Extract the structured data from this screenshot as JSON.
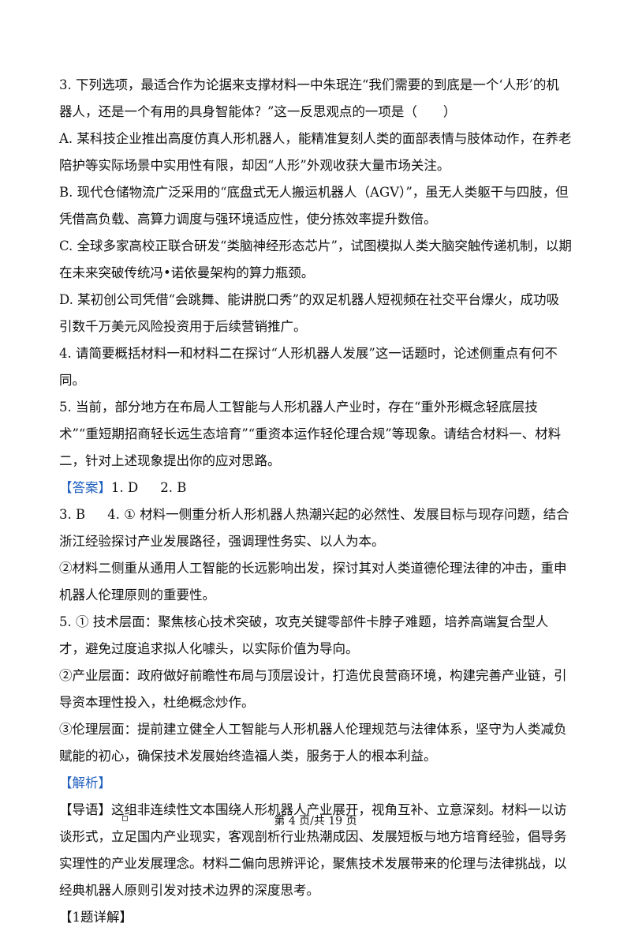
{
  "questions": [
    "3. 下列选项，最适合作为论据来支撑材料一中朱珉迕“我们需要的到底是一个‘人形’的机器人，还是一个有用的具身智能体？”这一反思观点的一项是（　　）",
    "A. 某科技企业推出高度仿真人形机器人，能精准复刻人类的面部表情与肢体动作，在养老陪护等实际场景中实用性有限，却因“人形”外观收获大量市场关注。",
    "B. 现代仓储物流广泛采用的“底盘式无人搬运机器人（AGV）”，虽无人类躯干与四肢，但凭借高负载、高算力调度与强环境适应性，使分拣效率提升数倍。",
    "C. 全球多家高校正联合研发“类脑神经形态芯片”，试图模拟人类大脑突触传递机制，以期在未来突破传统冯•诺依曼架构的算力瓶颈。",
    "D. 某初创公司凭借“会跳舞、能讲脱口秀”的双足机器人短视频在社交平台爆火，成功吸引数千万美元风险投资用于后续营销推广。",
    "4. 请简要概括材料一和材料二在探讨“人形机器人发展”这一话题时，论述侧重点有何不同。",
    "5. 当前，部分地方在布局人工智能与人形机器人产业时，存在“重外形概念轻底层技术”“重短期招商轻长远生态培育”“重资本运作轻伦理合规”等现象。请结合材料一、材料二，针对上述现象提出你的应对思路。"
  ],
  "answer": {
    "label": "【答案】",
    "a1": "1. D",
    "a2": "2. B",
    "a3": "3. B",
    "a4_1": "4. ① 材料一侧重分析人形机器人热潮兴起的必然性、发展目标与现存问题，结合浙江经验探讨产业发展路径，强调理性务实、以人为本。",
    "a4_2": "②材料二侧重从通用人工智能的长远影响出发，探讨其对人类道德伦理法律的冲击，重申机器人伦理原则的重要性。",
    "a5_1": "5. ① 技术层面：聚焦核心技术突破，攻克关键零部件卡脖子难题，培养高端复合型人才，避免过度追求拟人化噱头，以实际价值为导向。",
    "a5_2": "②产业层面：政府做好前瞻性布局与顶层设计，打造优良营商环境，构建完善产业链，引导资本理性投入，杜绝概念炒作。",
    "a5_3": "③伦理层面：提前建立健全人工智能与人形机器人伦理规范与法律体系，坚守为人类减负赋能的初心，确保技术发展始终造福人类，服务于人的根本利益。"
  },
  "analysis": {
    "label": "【解析】",
    "guide_label": "【导语】",
    "guide_text": "这组非连续性文本围绕人形机器人产业展开，视角互补、立意深刻。材料一以访谈形式，立足国内产业现实，客观剖析行业热潮成因、发展短板与地方培育经验，倡导务实理性的产业发展理念。材料二偏向思辨评论，聚焦技术发展带来的伦理与法律挑战，以经典机器人原则引发对技术边界的深度思考。",
    "detail_label": "【1题详解】"
  },
  "footer": {
    "page": "第 4 页/共 19 页"
  },
  "colors": {
    "bracket": "#1f5fbf",
    "text": "#111111"
  }
}
